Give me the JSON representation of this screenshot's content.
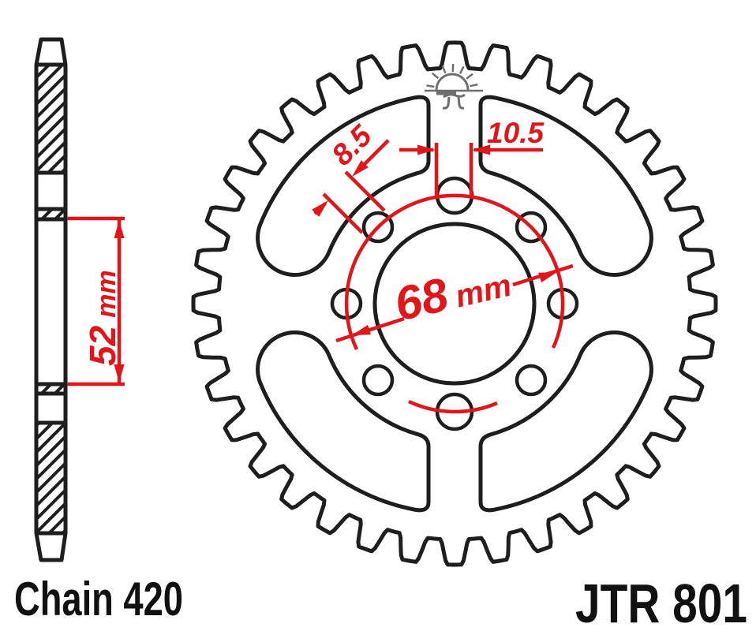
{
  "page": {
    "background": "#ffffff"
  },
  "colors": {
    "line": "#1e1e1e",
    "dimension": "#e0161b",
    "logo": "#6e6e6e",
    "text": "#111111",
    "background": "#ffffff"
  },
  "labels": {
    "chain": "Chain 420",
    "part_number": "JTR 801"
  },
  "dimensions": {
    "hub_width": {
      "value": "52",
      "unit": "mm"
    },
    "bolt_circle_diameter": {
      "value": "68",
      "unit": "mm"
    },
    "small_hole_diameter": "8.5",
    "large_hole_diameter": "10.5"
  },
  "icons": {
    "top_center": "sunrise-logo"
  }
}
